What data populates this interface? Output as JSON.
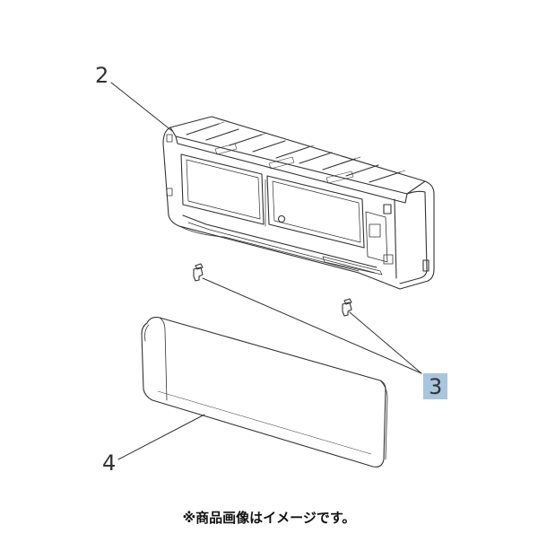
{
  "diagram": {
    "type": "exploded-parts-view",
    "parts": [
      {
        "label": "2",
        "highlighted": false
      },
      {
        "label": "3",
        "highlighted": true
      },
      {
        "label": "4",
        "highlighted": false
      }
    ],
    "colors": {
      "line": "#333333",
      "highlight": "#a9c6de"
    }
  },
  "caption": "※商品画像はイメージです。"
}
